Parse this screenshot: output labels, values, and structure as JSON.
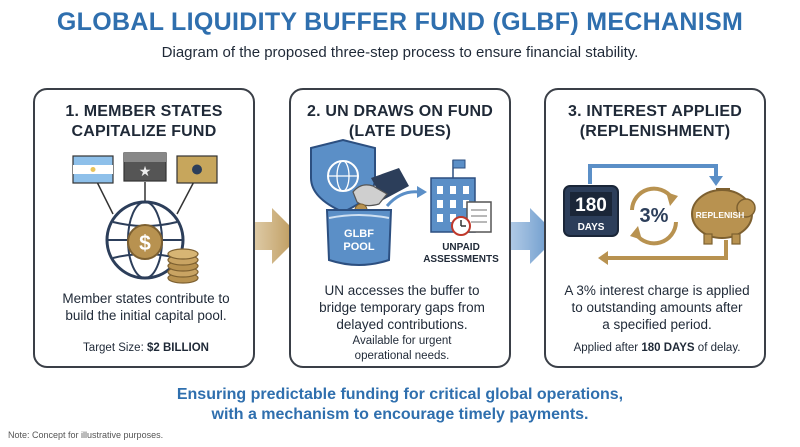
{
  "header": {
    "title": "GLOBAL LIQUIDITY BUFFER FUND (GLBF) MECHANISM",
    "subtitle": "Diagram of the proposed three-step process to ensure financial stability."
  },
  "steps": [
    {
      "title_line1": "1. MEMBER STATES",
      "title_line2": "CAPITALIZE FUND",
      "body_line1": "Member states contribute to",
      "body_line2": "build the initial capital pool.",
      "note_prefix": "Target Size: ",
      "note_value": "$2 BILLION"
    },
    {
      "title_line1": "2. UN DRAWS ON FUND",
      "title_line2": "(LATE DUES)",
      "pool_line1": "GLBF",
      "pool_line2": "POOL",
      "unpaid_line1": "UNPAID",
      "unpaid_line2": "ASSESSMENTS",
      "body_line1": "UN accesses the buffer to",
      "body_line2": "bridge temporary gaps from",
      "body_line3": "delayed contributions.",
      "note_line1": "Available for urgent",
      "note_line2": "operational needs."
    },
    {
      "title_line1": "3. INTEREST APPLIED",
      "title_line2": "(REPLENISHMENT)",
      "days_number": "180",
      "days_label": "DAYS",
      "rate": "3%",
      "replenish_label": "REPLENISH",
      "body_line1": "A 3% interest charge is applied",
      "body_line2": "to outstanding amounts after",
      "body_line3": "a specified period.",
      "note_prefix": "Applied after ",
      "note_value": "180 DAYS",
      "note_suffix": " of delay."
    }
  ],
  "footer": {
    "line1": "Ensuring predictable funding for critical global operations,",
    "line2": "with a mechanism to encourage timely payments."
  },
  "note": "Note: Concept for illustrative purposes.",
  "colors": {
    "title_blue": "#2f6fae",
    "gold": "#b89250",
    "navy": "#2c3e5a",
    "light_blue": "#5b8fc7"
  },
  "icons": [
    "flag-icon",
    "globe-icon",
    "dollar-coin-icon",
    "coin-stack-icon",
    "un-shield-icon",
    "hand-coin-icon",
    "pool-icon",
    "un-building-icon",
    "clock-icon",
    "document-icon",
    "days-timer-icon",
    "cycle-arrows-icon",
    "piggy-bank-icon"
  ]
}
